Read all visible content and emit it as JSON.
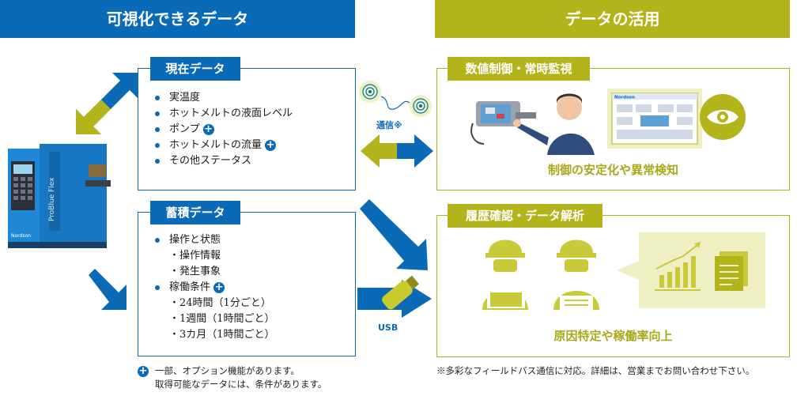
{
  "headers": {
    "left": "可視化できるデータ",
    "right": "データの活用"
  },
  "current_data": {
    "title": "現在データ",
    "items": [
      {
        "label": "実温度",
        "option": false
      },
      {
        "label": "ホットメルトの液面レベル",
        "option": false
      },
      {
        "label": "ポンプ",
        "option": true
      },
      {
        "label": "ホットメルトの流量",
        "option": true
      },
      {
        "label": "その他ステータス",
        "option": false
      }
    ]
  },
  "stored_data": {
    "title": "蓄積データ",
    "item1": "操作と状態",
    "item1_sub1": "・操作情報",
    "item1_sub2": "・発生事象",
    "item2": "稼働条件",
    "item2_sub1": "・24時間（1分ごと）",
    "item2_sub2": "・1週間（1時間ごと）",
    "item2_sub3": "・3カ月（1時間ごと）"
  },
  "plus_symbol": "+",
  "comm_label": "通信※",
  "usb_label": "USB",
  "control_panel": {
    "title": "数値制御・常時監視",
    "caption": "制御の安定化や異常検知",
    "screen_brand": "Nordson"
  },
  "history_panel": {
    "title": "履歴確認・データ解析",
    "caption": "原因特定や稼働率向上"
  },
  "machine": {
    "brand": "Nordson",
    "model": "ProBlue Flex"
  },
  "footnote_left_line1": "一部、オプション機能があります。",
  "footnote_left_line2": "取得可能なデータには、条件があります。",
  "footnote_right": "※多彩なフィールドバス通信に対応。詳細は、営業までお問い合わせ下さい。",
  "colors": {
    "blue": "#0a6ab5",
    "olive": "#b3b41c",
    "light_olive": "#eef0c4"
  }
}
